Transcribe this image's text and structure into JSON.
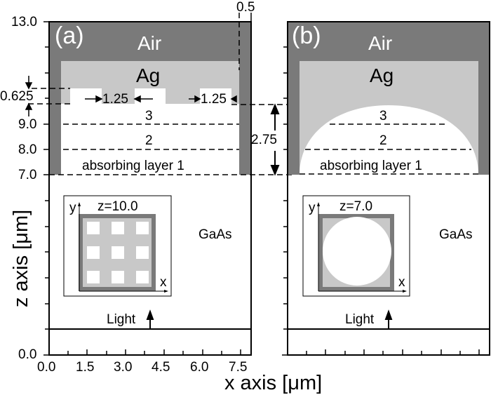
{
  "figure": {
    "colors": {
      "air": "#7a7a7a",
      "ag": "#c8c8c8",
      "background": "#ffffff",
      "line": "#000000"
    },
    "panels": [
      {
        "label": "(a)",
        "air_label": "Air",
        "ag_label": "Ag",
        "layers": [
          "absorbing layer 1",
          "2",
          "3"
        ],
        "substrate_label": "GaAs",
        "light_label": "Light",
        "inset": {
          "title": "z=10.0",
          "x_label": "x",
          "y_label": "y",
          "pattern": "3x3 square holes"
        },
        "dimensions": {
          "hole_width": "1.25",
          "gap_width": "1.25",
          "hole_depth": "0.625",
          "side_wall": "0.5"
        }
      },
      {
        "label": "(b)",
        "air_label": "Air",
        "ag_label": "Ag",
        "layers": [
          "absorbing layer 1",
          "2",
          "3"
        ],
        "substrate_label": "GaAs",
        "light_label": "Light",
        "inset": {
          "title": "z=7.0",
          "x_label": "x",
          "y_label": "y",
          "pattern": "circular hole"
        },
        "dimensions": {
          "dome_height": "2.75"
        }
      }
    ],
    "y_axis": {
      "title": "z axis [μm]",
      "ticks": [
        "0.0",
        "7.0",
        "8.0",
        "9.0",
        "13.0"
      ],
      "range": [
        0,
        13
      ]
    },
    "x_axis": {
      "title": "x axis [μm]",
      "ticks": [
        "0.0",
        "1.5",
        "3.0",
        "4.5",
        "6.0",
        "7.5"
      ],
      "range": [
        0,
        8
      ]
    }
  }
}
